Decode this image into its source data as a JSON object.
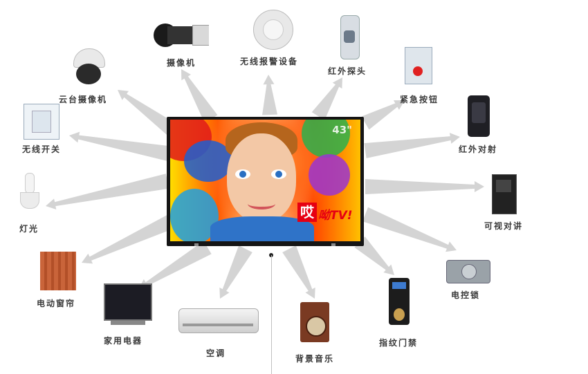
{
  "tv": {
    "screen_size": "43\"",
    "logo_char": "哎",
    "logo_text": "呦TV!"
  },
  "devices": [
    {
      "id": "camera",
      "label": "摄像机",
      "icon": "box-camera-icon"
    },
    {
      "id": "wireless-alarm",
      "label": "无线报警设备",
      "icon": "alarm-siren-icon"
    },
    {
      "id": "ir-probe",
      "label": "红外探头",
      "icon": "ir-sensor-icon"
    },
    {
      "id": "emergency-button",
      "label": "紧急按钮",
      "icon": "panic-button-icon"
    },
    {
      "id": "ir-beam",
      "label": "红外对射",
      "icon": "ir-beam-icon"
    },
    {
      "id": "video-intercom",
      "label": "可视对讲",
      "icon": "intercom-icon"
    },
    {
      "id": "electric-lock",
      "label": "电控锁",
      "icon": "electric-lock-icon"
    },
    {
      "id": "fingerprint",
      "label": "指纹门禁",
      "icon": "fingerprint-reader-icon"
    },
    {
      "id": "background-music",
      "label": "背景音乐",
      "icon": "speaker-icon"
    },
    {
      "id": "air-conditioner",
      "label": "空调",
      "icon": "air-conditioner-icon"
    },
    {
      "id": "home-appliance",
      "label": "家用电器",
      "icon": "television-icon"
    },
    {
      "id": "curtain",
      "label": "电动窗帘",
      "icon": "curtain-icon"
    },
    {
      "id": "light",
      "label": "灯光",
      "icon": "lamp-icon"
    },
    {
      "id": "wireless-switch",
      "label": "无线开关",
      "icon": "wall-switch-icon"
    },
    {
      "id": "ptz-camera",
      "label": "云台摄像机",
      "icon": "dome-camera-icon"
    }
  ]
}
